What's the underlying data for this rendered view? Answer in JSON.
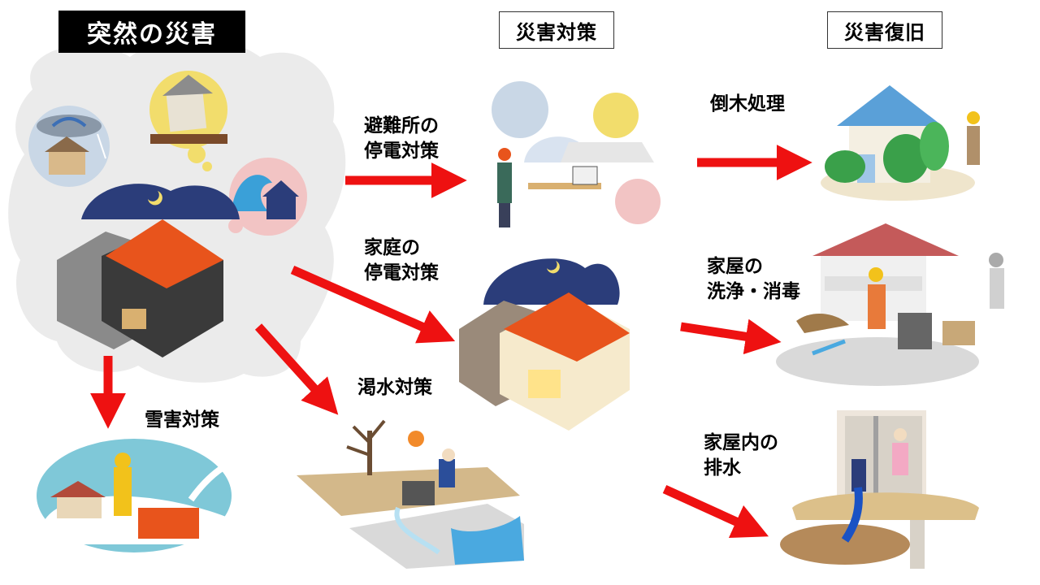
{
  "headers": {
    "sudden_disaster": "突然の災害",
    "countermeasures": "災害対策",
    "recovery": "災害復旧"
  },
  "labels": {
    "shelter_power": "避難所の\n停電対策",
    "home_power": "家庭の\n停電対策",
    "drought": "渇水対策",
    "snow": "雪害対策",
    "fallen_trees": "倒木処理",
    "house_cleaning": "家屋の\n洗浄・消毒",
    "drainage": "家屋内の\n排水"
  },
  "colors": {
    "arrow": "#ee1111",
    "cloud": "#ebebeb",
    "roof": "#e8541c",
    "night": "#2b3d7a"
  },
  "icons": [
    "typhoon-icon",
    "earthquake-house-icon",
    "tsunami-icon",
    "house-cutaway-icon",
    "shelter-generator-icon",
    "home-power-icon",
    "drought-pump-icon",
    "snow-blower-icon",
    "fallen-tree-icon",
    "pressure-washer-icon",
    "drainage-pump-icon"
  ]
}
